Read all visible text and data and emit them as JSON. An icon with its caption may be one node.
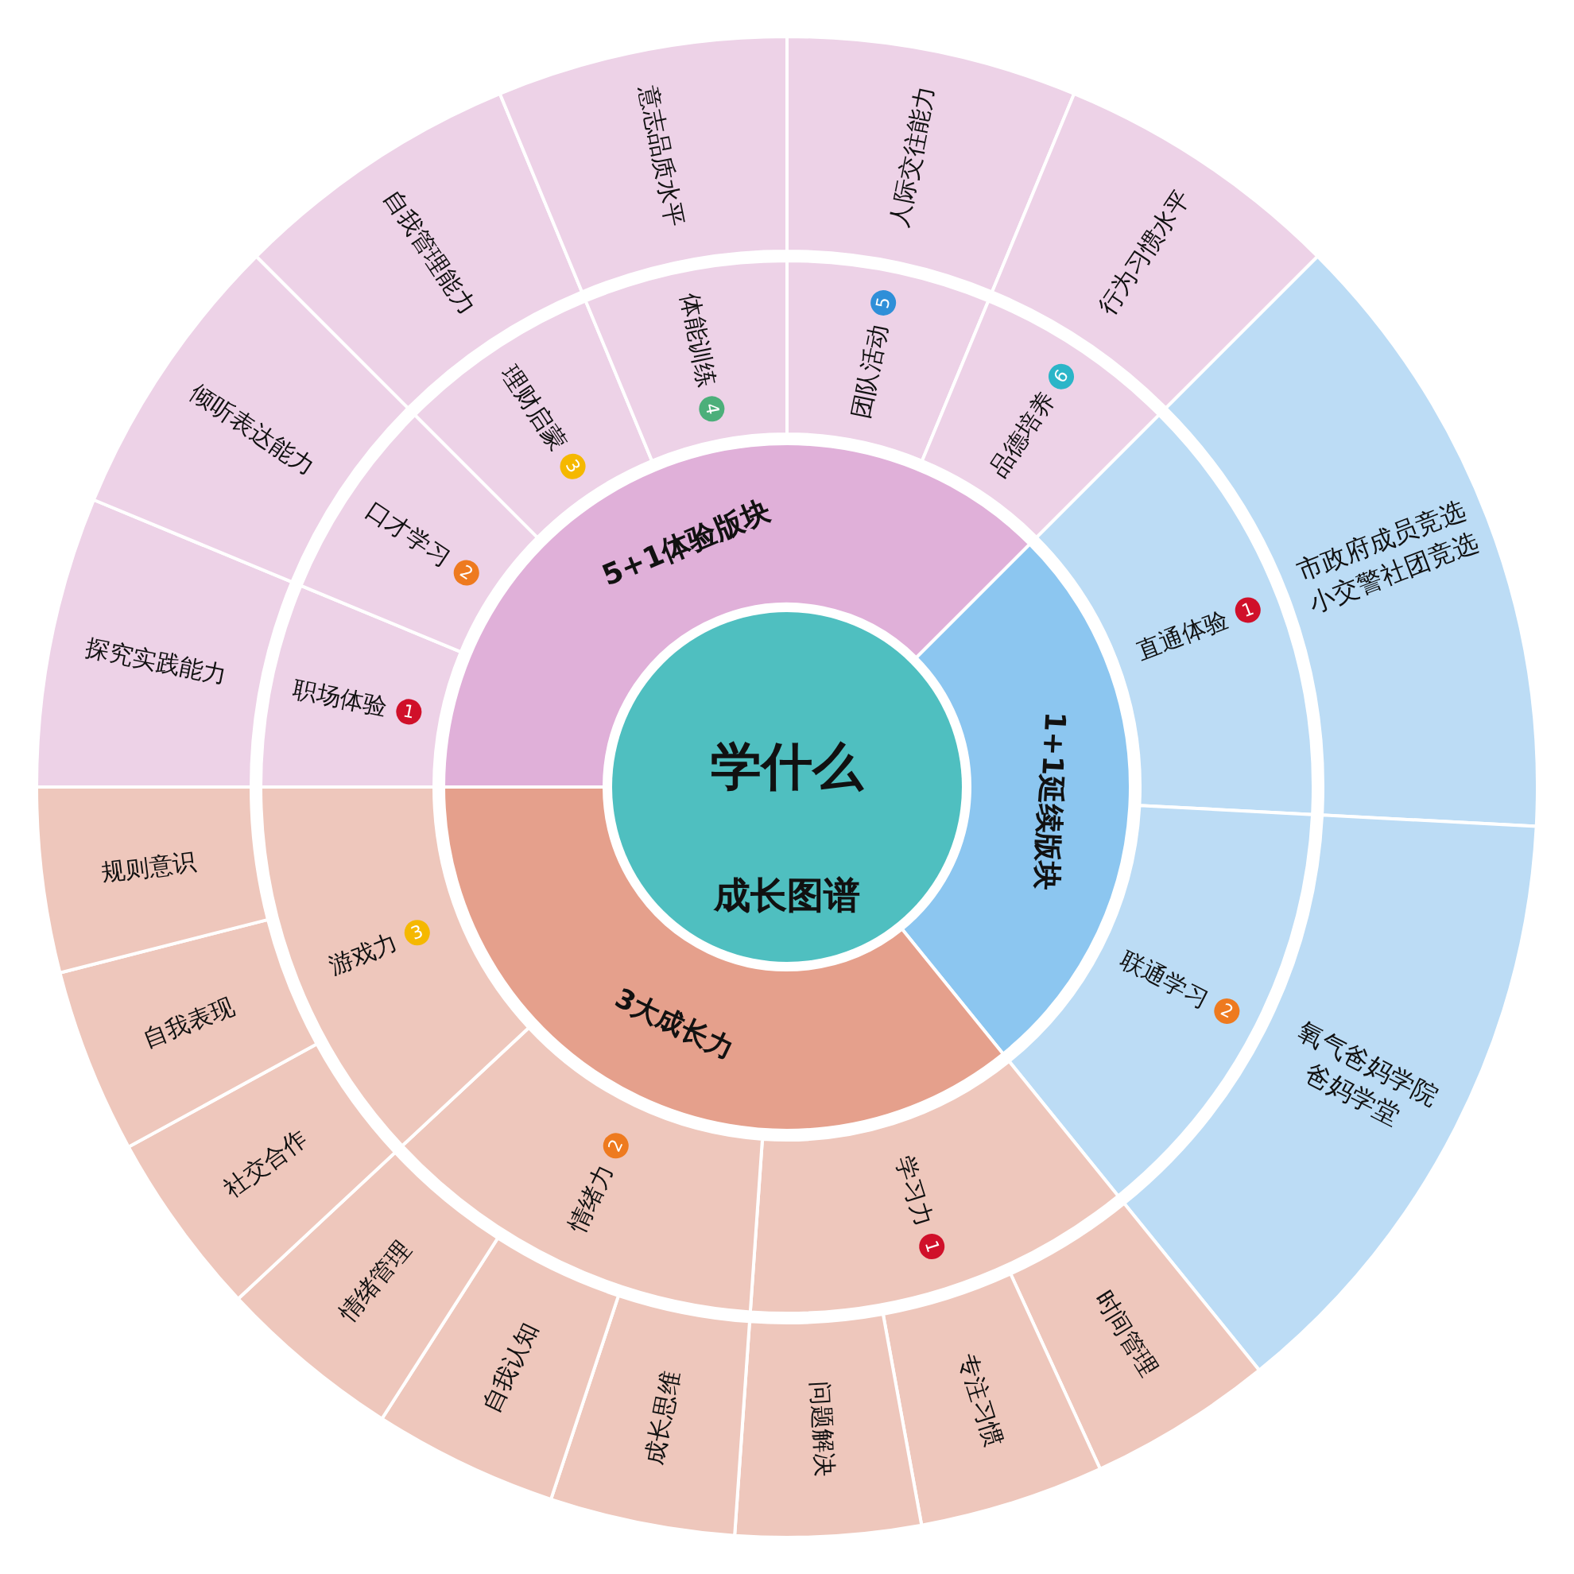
{
  "diagram": {
    "nodes": [
      {
        "text": [
          "学什么",
          "成长图谱"
        ]
      },
      {
        "text": [
          "5+1体验版块"
        ]
      },
      {
        "text": [
          "1+1延续版块"
        ]
      },
      {
        "text": [
          "3大成长力"
        ]
      },
      {
        "text": [
          "职场体验",
          "1"
        ]
      },
      {
        "text": [
          "口才学习",
          "2"
        ]
      },
      {
        "text": [
          "理财启蒙",
          "3"
        ]
      },
      {
        "text": [
          "体能训练",
          "4"
        ]
      },
      {
        "text": [
          "团队活动",
          "5"
        ]
      },
      {
        "text": [
          "品德培养",
          "6"
        ]
      },
      {
        "text": [
          "直通体验",
          "1"
        ]
      },
      {
        "text": [
          "联通学习",
          "2"
        ]
      },
      {
        "text": [
          "学习力",
          "1"
        ]
      },
      {
        "text": [
          "情绪力",
          "2"
        ]
      },
      {
        "text": [
          "游戏力",
          "3"
        ]
      },
      {
        "text": [
          "探究实践能力"
        ]
      },
      {
        "text": [
          "倾听表达能力"
        ]
      },
      {
        "text": [
          "自我管理能力"
        ]
      },
      {
        "text": [
          "意志品质水平"
        ]
      },
      {
        "text": [
          "人际交往能力"
        ]
      },
      {
        "text": [
          "行为习惯水平"
        ]
      },
      {
        "text": [
          "市政府成员竞选",
          "小交警社团竞选"
        ]
      },
      {
        "text": [
          "氧气爸妈学院",
          "爸妈学堂"
        ]
      },
      {
        "text": [
          "时间管理"
        ]
      },
      {
        "text": [
          "专注习惯"
        ]
      },
      {
        "text": [
          "问题解决"
        ]
      },
      {
        "text": [
          "成长思维"
        ]
      },
      {
        "text": [
          "自我认知"
        ]
      },
      {
        "text": [
          "情绪管理"
        ]
      },
      {
        "text": [
          "社交合作"
        ]
      },
      {
        "text": [
          "自我表现"
        ]
      },
      {
        "text": [
          "规则意识"
        ]
      }
    ]
  }
}
